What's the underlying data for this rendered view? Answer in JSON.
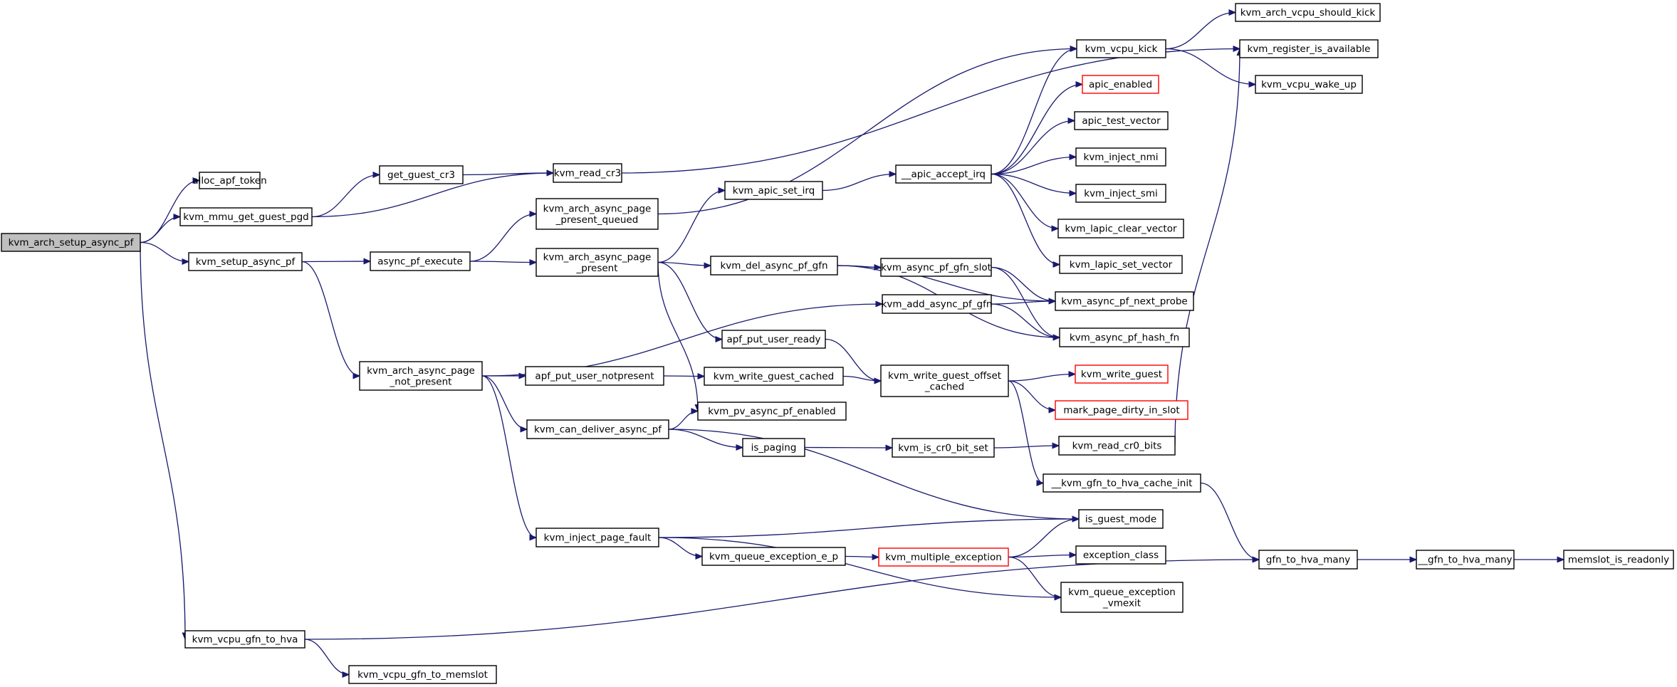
{
  "nodes": [
    {
      "id": "n_root",
      "label": "kvm_arch_setup_async_pf",
      "style": "root"
    },
    {
      "id": "n_alloc",
      "label": "alloc_apf_token"
    },
    {
      "id": "n_mmu",
      "label": "kvm_mmu_get_guest_pgd"
    },
    {
      "id": "n_setup",
      "label": "kvm_setup_async_pf"
    },
    {
      "id": "n_gfnhva",
      "label": "kvm_vcpu_gfn_to_hva"
    },
    {
      "id": "n_memslot",
      "label": "kvm_vcpu_gfn_to_memslot"
    },
    {
      "id": "n_getcr3",
      "label": "get_guest_cr3"
    },
    {
      "id": "n_readcr3",
      "label": "kvm_read_cr3"
    },
    {
      "id": "n_apfexec",
      "label": "async_pf_execute"
    },
    {
      "id": "n_notpresent",
      "lines": [
        "kvm_arch_async_page",
        "_not_present"
      ]
    },
    {
      "id": "n_presq",
      "lines": [
        "kvm_arch_async_page",
        "_present_queued"
      ]
    },
    {
      "id": "n_pres",
      "lines": [
        "kvm_arch_async_page",
        "_present"
      ]
    },
    {
      "id": "n_notpresuser",
      "label": "apf_put_user_notpresent"
    },
    {
      "id": "n_candeliver",
      "label": "kvm_can_deliver_async_pf"
    },
    {
      "id": "n_injpf",
      "label": "kvm_inject_page_fault"
    },
    {
      "id": "n_apicset",
      "label": "kvm_apic_set_irq"
    },
    {
      "id": "n_delgfn",
      "label": "kvm_del_async_pf_gfn"
    },
    {
      "id": "n_readyuser",
      "label": "apf_put_user_ready"
    },
    {
      "id": "n_writecached",
      "label": "kvm_write_guest_cached"
    },
    {
      "id": "n_pvenabled",
      "label": "kvm_pv_async_pf_enabled"
    },
    {
      "id": "n_ispaging",
      "label": "is_paging"
    },
    {
      "id": "n_queueep",
      "label": "kvm_queue_exception_e_p"
    },
    {
      "id": "n_acceptirq",
      "label": "__apic_accept_irq"
    },
    {
      "id": "n_gfnslot",
      "label": "kvm_async_pf_gfn_slot"
    },
    {
      "id": "n_addgfn",
      "label": "kvm_add_async_pf_gfn"
    },
    {
      "id": "n_wgoffset",
      "lines": [
        "kvm_write_guest_offset",
        "_cached"
      ]
    },
    {
      "id": "n_cr0set",
      "label": "kvm_is_cr0_bit_set"
    },
    {
      "id": "n_multiexc",
      "label": "kvm_multiple_exception",
      "style": "red"
    },
    {
      "id": "n_vcpukick",
      "label": "kvm_vcpu_kick"
    },
    {
      "id": "n_apicen",
      "label": "apic_enabled",
      "style": "red"
    },
    {
      "id": "n_apictest",
      "label": "apic_test_vector"
    },
    {
      "id": "n_injnmi",
      "label": "kvm_inject_nmi"
    },
    {
      "id": "n_injsmi",
      "label": "kvm_inject_smi"
    },
    {
      "id": "n_lapicclr",
      "label": "kvm_lapic_clear_vector"
    },
    {
      "id": "n_lapicset",
      "label": "kvm_lapic_set_vector"
    },
    {
      "id": "n_nextprobe",
      "label": "kvm_async_pf_next_probe"
    },
    {
      "id": "n_hashfn",
      "label": "kvm_async_pf_hash_fn"
    },
    {
      "id": "n_writeguest",
      "label": "kvm_write_guest",
      "style": "red"
    },
    {
      "id": "n_markdirty",
      "label": "mark_page_dirty_in_slot",
      "style": "red"
    },
    {
      "id": "n_readcr0",
      "label": "kvm_read_cr0_bits"
    },
    {
      "id": "n_cacheinit",
      "label": "__kvm_gfn_to_hva_cache_init"
    },
    {
      "id": "n_guestmode",
      "label": "is_guest_mode"
    },
    {
      "id": "n_excclass",
      "label": "exception_class"
    },
    {
      "id": "n_queuevmexit",
      "lines": [
        "kvm_queue_exception",
        "_vmexit"
      ]
    },
    {
      "id": "n_shouldkick",
      "label": "kvm_arch_vcpu_should_kick"
    },
    {
      "id": "n_regavail",
      "label": "kvm_register_is_available"
    },
    {
      "id": "n_wakeup",
      "label": "kvm_vcpu_wake_up"
    },
    {
      "id": "n_hvamany",
      "label": "gfn_to_hva_many"
    },
    {
      "id": "n_hvamany2",
      "label": "__gfn_to_hva_many"
    },
    {
      "id": "n_readonly",
      "label": "memslot_is_readonly"
    }
  ],
  "edges": [
    [
      "n_root",
      "n_alloc"
    ],
    [
      "n_root",
      "n_mmu"
    ],
    [
      "n_root",
      "n_setup"
    ],
    [
      "n_root",
      "n_gfnhva"
    ],
    [
      "n_mmu",
      "n_getcr3"
    ],
    [
      "n_mmu",
      "n_readcr3"
    ],
    [
      "n_getcr3",
      "n_readcr3"
    ],
    [
      "n_readcr3",
      "n_regavail"
    ],
    [
      "n_setup",
      "n_apfexec"
    ],
    [
      "n_setup",
      "n_notpresent"
    ],
    [
      "n_apfexec",
      "n_presq"
    ],
    [
      "n_apfexec",
      "n_pres"
    ],
    [
      "n_presq",
      "n_vcpukick"
    ],
    [
      "n_pres",
      "n_apicset"
    ],
    [
      "n_pres",
      "n_delgfn"
    ],
    [
      "n_pres",
      "n_readyuser"
    ],
    [
      "n_pres",
      "n_pvenabled"
    ],
    [
      "n_notpresent",
      "n_addgfn"
    ],
    [
      "n_notpresent",
      "n_notpresuser"
    ],
    [
      "n_notpresent",
      "n_candeliver"
    ],
    [
      "n_notpresent",
      "n_injpf"
    ],
    [
      "n_notpresuser",
      "n_writecached"
    ],
    [
      "n_candeliver",
      "n_pvenabled"
    ],
    [
      "n_candeliver",
      "n_ispaging"
    ],
    [
      "n_candeliver",
      "n_guestmode"
    ],
    [
      "n_injpf",
      "n_guestmode"
    ],
    [
      "n_injpf",
      "n_queueep"
    ],
    [
      "n_injpf",
      "n_queuevmexit"
    ],
    [
      "n_apicset",
      "n_acceptirq"
    ],
    [
      "n_acceptirq",
      "n_vcpukick"
    ],
    [
      "n_acceptirq",
      "n_apicen"
    ],
    [
      "n_acceptirq",
      "n_apictest"
    ],
    [
      "n_acceptirq",
      "n_injnmi"
    ],
    [
      "n_acceptirq",
      "n_injsmi"
    ],
    [
      "n_acceptirq",
      "n_lapicclr"
    ],
    [
      "n_acceptirq",
      "n_lapicset"
    ],
    [
      "n_delgfn",
      "n_gfnslot"
    ],
    [
      "n_delgfn",
      "n_nextprobe"
    ],
    [
      "n_delgfn",
      "n_hashfn"
    ],
    [
      "n_gfnslot",
      "n_nextprobe"
    ],
    [
      "n_gfnslot",
      "n_hashfn"
    ],
    [
      "n_addgfn",
      "n_nextprobe"
    ],
    [
      "n_addgfn",
      "n_hashfn"
    ],
    [
      "n_readyuser",
      "n_wgoffset"
    ],
    [
      "n_writecached",
      "n_wgoffset"
    ],
    [
      "n_wgoffset",
      "n_writeguest"
    ],
    [
      "n_wgoffset",
      "n_markdirty"
    ],
    [
      "n_wgoffset",
      "n_cacheinit"
    ],
    [
      "n_ispaging",
      "n_cr0set"
    ],
    [
      "n_cr0set",
      "n_readcr0"
    ],
    [
      "n_readcr0",
      "n_regavail"
    ],
    [
      "n_queueep",
      "n_multiexc"
    ],
    [
      "n_multiexc",
      "n_guestmode"
    ],
    [
      "n_multiexc",
      "n_excclass"
    ],
    [
      "n_multiexc",
      "n_queuevmexit"
    ],
    [
      "n_vcpukick",
      "n_shouldkick"
    ],
    [
      "n_vcpukick",
      "n_wakeup"
    ],
    [
      "n_cacheinit",
      "n_hvamany"
    ],
    [
      "n_gfnhva",
      "n_hvamany"
    ],
    [
      "n_gfnhva",
      "n_memslot"
    ],
    [
      "n_hvamany",
      "n_hvamany2"
    ],
    [
      "n_hvamany2",
      "n_readonly"
    ]
  ],
  "colors": {
    "edge": "#191970",
    "node_border": "#000000",
    "root_fill": "#bfbfbf",
    "red_border": "#ff0000"
  }
}
